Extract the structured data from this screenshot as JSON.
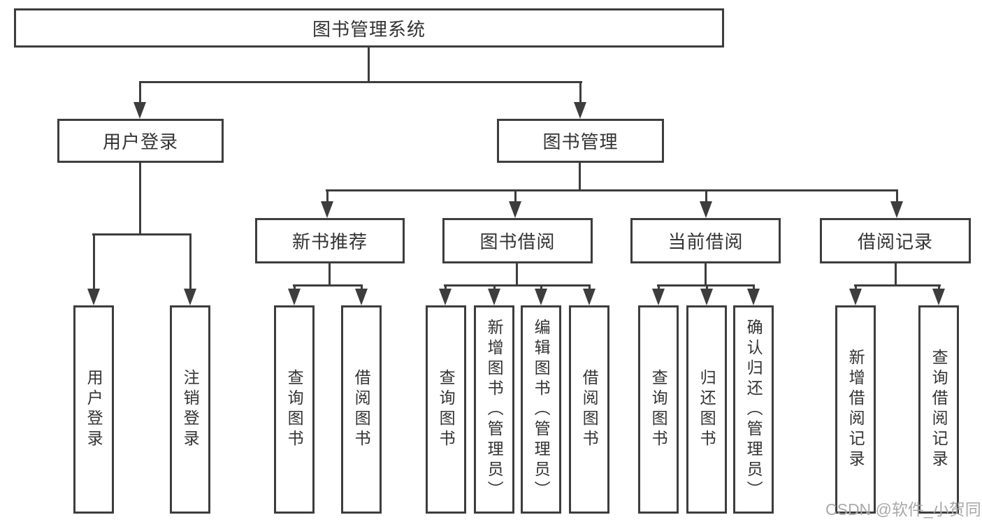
{
  "colors": {
    "line": "#3d3d3d",
    "text": "#333333",
    "background": "#ffffff",
    "watermark": "#a9a9a9"
  },
  "watermark": "CSDN @软件_小贺同学",
  "tree": {
    "root": {
      "label": "图书管理系统",
      "children": [
        {
          "label": "用户登录",
          "children": [
            {
              "label": "用户登录"
            },
            {
              "label": "注销登录"
            }
          ]
        },
        {
          "label": "图书管理",
          "children": [
            {
              "label": "新书推荐",
              "children": [
                {
                  "label": "查询图书"
                },
                {
                  "label": "借阅图书"
                }
              ]
            },
            {
              "label": "图书借阅",
              "children": [
                {
                  "label": "查询图书"
                },
                {
                  "label": "新增图书（管理员）"
                },
                {
                  "label": "编辑图书（管理员）"
                },
                {
                  "label": "借阅图书"
                }
              ]
            },
            {
              "label": "当前借阅",
              "children": [
                {
                  "label": "查询图书"
                },
                {
                  "label": "归还图书"
                },
                {
                  "label": "确认归还（管理员）"
                }
              ]
            },
            {
              "label": "借阅记录",
              "children": [
                {
                  "label": "新增借阅记录"
                },
                {
                  "label": "查询借阅记录"
                }
              ]
            }
          ]
        }
      ]
    }
  }
}
